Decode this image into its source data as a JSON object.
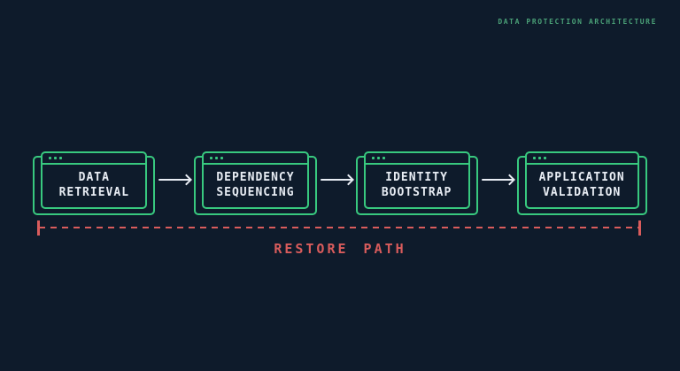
{
  "header": {
    "label": "DATA PROTECTION ARCHITECTURE"
  },
  "flow": {
    "nodes": [
      {
        "lines": [
          "DATA",
          "RETRIEVAL"
        ]
      },
      {
        "lines": [
          "DEPENDENCY",
          "SEQUENCING"
        ]
      },
      {
        "lines": [
          "IDENTITY",
          "BOOTSTRAP"
        ]
      },
      {
        "lines": [
          "APPLICATION",
          "VALIDATION"
        ]
      }
    ],
    "connector_icon": "arrow-right"
  },
  "restore_path": {
    "label": "RESTORE PATH"
  },
  "icons": {
    "window_controls": "three-dots",
    "flow_arrow": "→"
  },
  "colors": {
    "background": "#0e1b2b",
    "green": "#38c97f",
    "green_dim": "#4aa077",
    "red": "#d95c5c",
    "text": "#e8edf4"
  }
}
